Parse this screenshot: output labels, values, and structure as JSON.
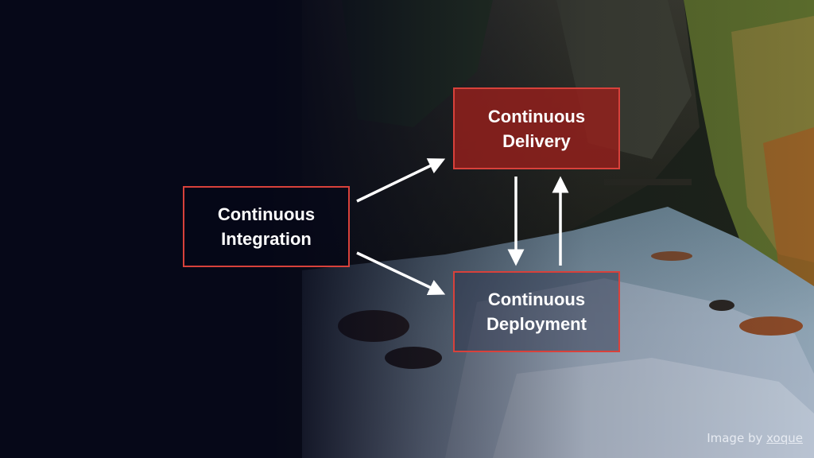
{
  "diagram": {
    "nodes": [
      {
        "id": "ci",
        "lines": [
          "Continuous",
          "Integration"
        ]
      },
      {
        "id": "cdel",
        "lines": [
          "Continuous",
          "Delivery"
        ]
      },
      {
        "id": "cdep",
        "lines": [
          "Continuous",
          "Deployment"
        ]
      }
    ],
    "edges": [
      {
        "from": "ci",
        "to": "cdel"
      },
      {
        "from": "ci",
        "to": "cdep"
      },
      {
        "from": "cdel",
        "to": "cdep"
      },
      {
        "from": "cdep",
        "to": "cdel"
      }
    ]
  },
  "credit": {
    "prefix": "Image by",
    "author": "xoque"
  },
  "colors": {
    "box_border": "#d8413b",
    "delivery_fill": "#96201c",
    "arrow": "#ffffff",
    "background": "#060818"
  }
}
